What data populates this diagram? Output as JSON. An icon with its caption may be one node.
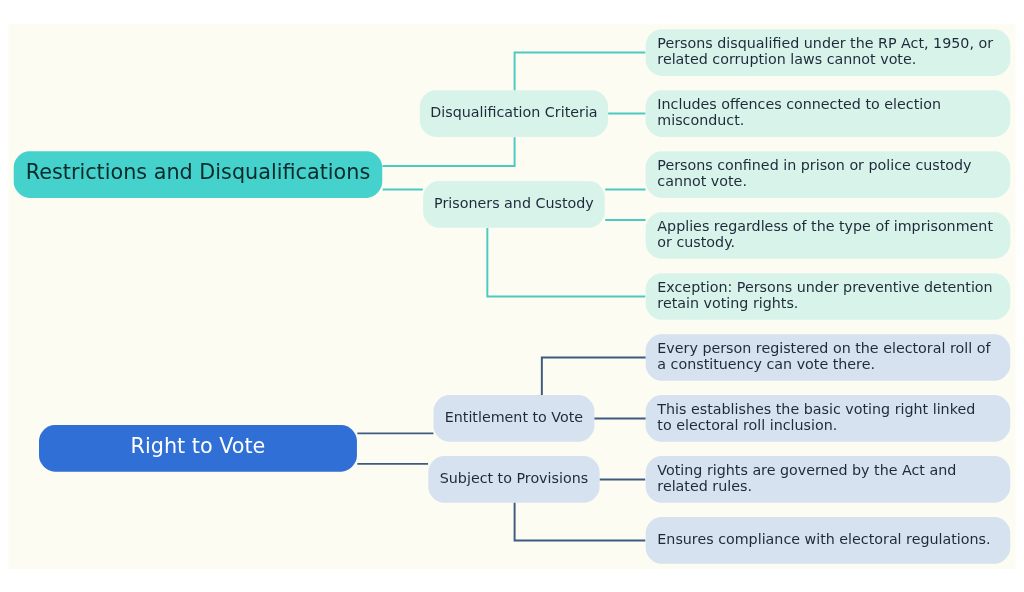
{
  "diagram": {
    "nodes": [
      {
        "text": [
          "Right to Vote"
        ]
      },
      {
        "text": [
          "Entitlement to Vote"
        ]
      },
      {
        "text": [
          "Every person registered on the electoral roll of a constituency can vote there."
        ]
      },
      {
        "text": [
          "This establishes the basic voting right linked to electoral roll inclusion."
        ]
      },
      {
        "text": [
          "Subject to Provisions"
        ]
      },
      {
        "text": [
          "Voting rights are governed by the Act and related rules."
        ]
      },
      {
        "text": [
          "Ensures compliance with electoral regulations."
        ]
      },
      {
        "text": [
          "Restrictions and Disqualifications"
        ]
      },
      {
        "text": [
          "Disqualification Criteria"
        ]
      },
      {
        "text": [
          "Persons disqualified under the RP Act, 1950, or related corruption laws cannot vote."
        ]
      },
      {
        "text": [
          "Includes offences connected to election misconduct."
        ]
      },
      {
        "text": [
          "Prisoners and Custody"
        ]
      },
      {
        "text": [
          "Persons confined in prison or police custody cannot vote."
        ]
      },
      {
        "text": [
          "Applies regardless of the type of imprisonment or custody."
        ]
      },
      {
        "text": [
          "Exception: Persons under preventive detention retain voting rights."
        ]
      }
    ],
    "edges": [
      {
        "from": 0,
        "to": 1,
        "arrow": "none",
        "color": "#3d5a80"
      },
      {
        "from": 1,
        "to": 2,
        "arrow": "none",
        "color": "#3d5a80"
      },
      {
        "from": 1,
        "to": 3,
        "arrow": "none",
        "color": "#3d5a80"
      },
      {
        "from": 0,
        "to": 4,
        "arrow": "none",
        "color": "#3d5a80"
      },
      {
        "from": 4,
        "to": 5,
        "arrow": "none",
        "color": "#3d5a80"
      },
      {
        "from": 4,
        "to": 6,
        "arrow": "none",
        "color": "#3d5a80"
      },
      {
        "from": 7,
        "to": 8,
        "arrow": "none",
        "color": "#4cc9c0"
      },
      {
        "from": 8,
        "to": 9,
        "arrow": "none",
        "color": "#4cc9c0"
      },
      {
        "from": 8,
        "to": 10,
        "arrow": "none",
        "color": "#4cc9c0"
      },
      {
        "from": 7,
        "to": 11,
        "arrow": "none",
        "color": "#4cc9c0"
      },
      {
        "from": 11,
        "to": 12,
        "arrow": "none",
        "color": "#4cc9c0"
      },
      {
        "from": 11,
        "to": 13,
        "arrow": "none",
        "color": "#4cc9c0"
      },
      {
        "from": 11,
        "to": 14,
        "arrow": "none",
        "color": "#4cc9c0"
      }
    ]
  }
}
